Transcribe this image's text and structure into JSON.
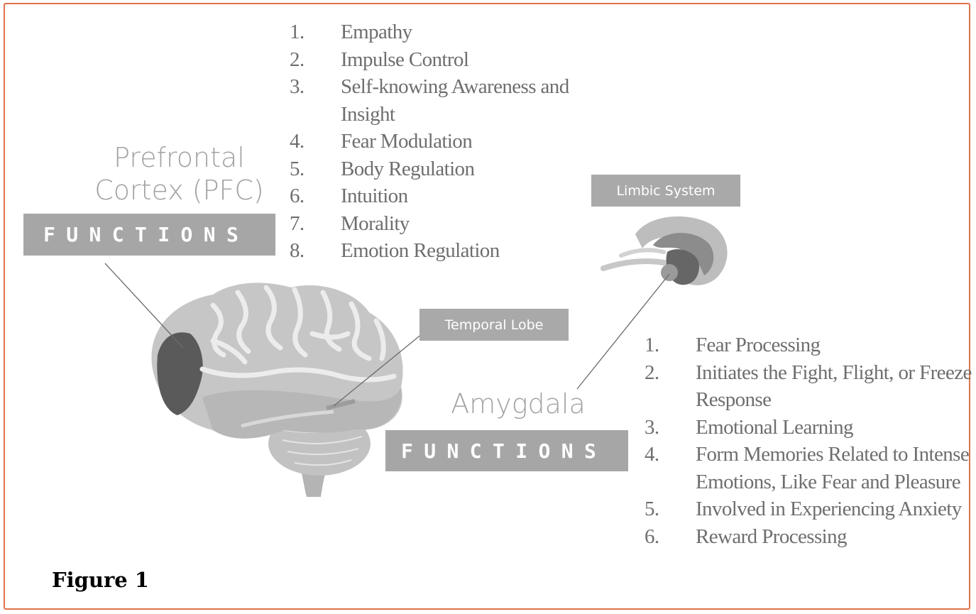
{
  "figure_label": "Figure 1",
  "prefrontal": {
    "title_line1": "Prefrontal",
    "title_line2": "Cortex (PFC)",
    "functions_label": "FUNCTIONS",
    "items": [
      {
        "num": "1.",
        "text": "Empathy"
      },
      {
        "num": "2.",
        "text": "Impulse Control"
      },
      {
        "num": "3.",
        "text": "Self-knowing Awareness and Insight"
      },
      {
        "num": "4.",
        "text": "Fear Modulation"
      },
      {
        "num": "5.",
        "text": "Body Regulation"
      },
      {
        "num": "6.",
        "text": "Intuition"
      },
      {
        "num": "7.",
        "text": "Morality"
      },
      {
        "num": "8.",
        "text": "Emotion Regulation"
      }
    ]
  },
  "temporal_lobe_label": "Temporal Lobe",
  "limbic_system_label": "Limbic System",
  "amygdala": {
    "title": "Amygdala",
    "functions_label": "FUNCTIONS",
    "items": [
      {
        "num": "1.",
        "text": "Fear Processing"
      },
      {
        "num": "2.",
        "text": "Initiates the Fight, Flight, or Freeze Response"
      },
      {
        "num": "3.",
        "text": "Emotional Learning"
      },
      {
        "num": "4.",
        "text": "Form Memories Related to Intense Emotions, Like Fear and Pleasure"
      },
      {
        "num": "5.",
        "text": "Involved in Experiencing Anxiety"
      },
      {
        "num": "6.",
        "text": "Reward Processing"
      }
    ]
  },
  "colors": {
    "frame": "#e0724a",
    "band": "#a6a6a6",
    "list_text": "#6e6e6e",
    "pfc_region": "#5a5a5a"
  },
  "icons": [
    "brain-illustration",
    "limbic-system-illustration"
  ]
}
